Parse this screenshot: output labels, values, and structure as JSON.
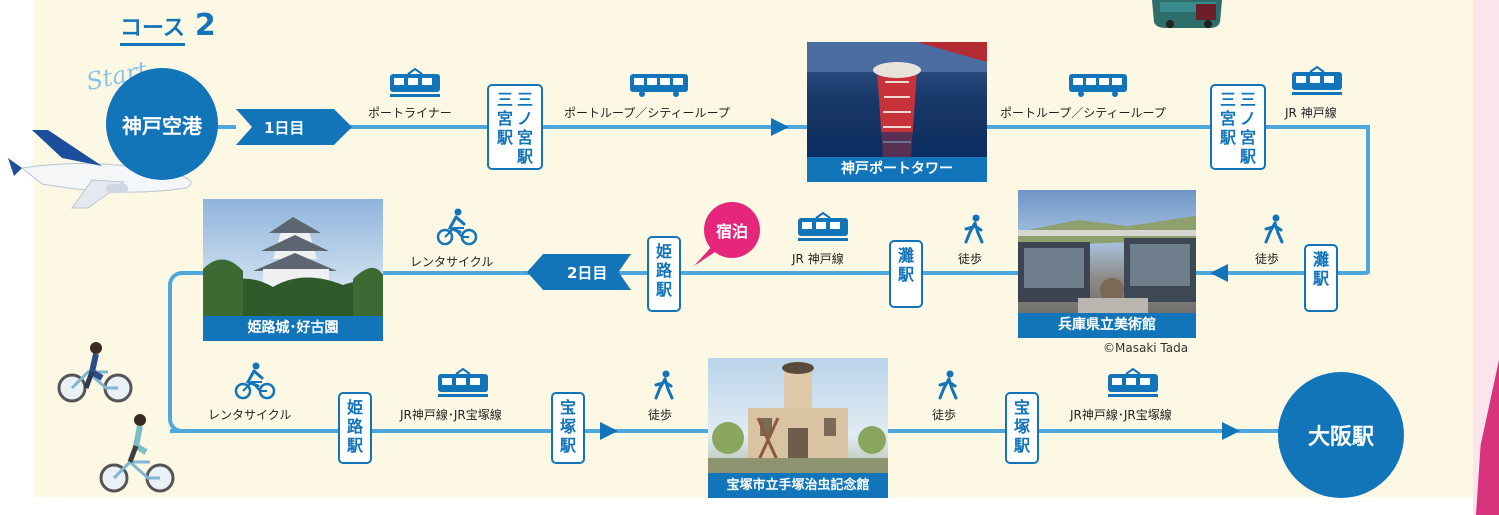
{
  "course": {
    "label": "コース",
    "number": "2"
  },
  "start_label": "Start",
  "origin": "神戸空港",
  "destination": "大阪駅",
  "days": {
    "day1": "1日目",
    "day2": "2日目"
  },
  "stay": "宿泊",
  "transport": {
    "portliner": "ポートライナー",
    "portloop1": "ポートループ／シティーループ",
    "portloop2": "ポートループ／シティーループ",
    "jr_kobe1": "JR 神戸線",
    "walk1": "徒歩",
    "walk2": "徒歩",
    "jr_kobe2": "JR 神戸線",
    "rental1": "レンタサイクル",
    "rental2": "レンタサイクル",
    "jr_line1": "JR神戸線･JR宝塚線",
    "walk3": "徒歩",
    "walk4": "徒歩",
    "jr_line2": "JR神戸線･JR宝塚線"
  },
  "stations": {
    "sannomiya1_a": "三\n宮\n駅",
    "sannomiya1_b": "三\nノ\n宮\n駅",
    "sannomiya2_a": "三\n宮\n駅",
    "sannomiya2_b": "三\nノ\n宮\n駅",
    "nada1": "灘\n駅",
    "nada2": "灘\n駅",
    "himeji1": "姫\n路\n駅",
    "himeji2": "姫\n路\n駅",
    "takarazuka1": "宝\n塚\n駅",
    "takarazuka2": "宝\n塚\n駅"
  },
  "photos": {
    "port_tower": "神戸ポートタワー",
    "museum": "兵庫県立美術館",
    "himeji_castle": "姫路城･好古園",
    "tezuka": "宝塚市立手塚治虫記念館"
  },
  "credit": "©Masaki Tada",
  "colors": {
    "primary": "#1274b9",
    "line": "#4ea8de",
    "bg": "#fcf8e3",
    "accent": "#e6267a"
  },
  "icons": [
    "airplane-icon",
    "train-icon",
    "bus-icon",
    "walk-icon",
    "bicycle-icon"
  ]
}
